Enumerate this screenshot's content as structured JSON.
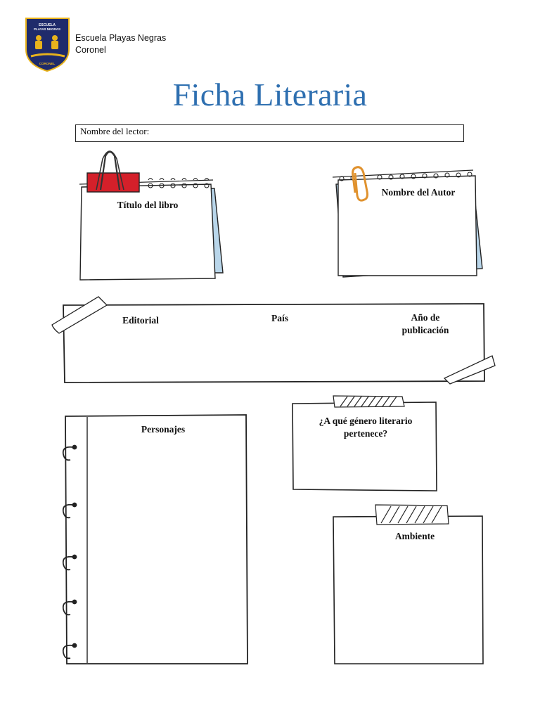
{
  "header": {
    "school_name": "Escuela Playas Negras",
    "city": "Coronel",
    "logo": {
      "icon": "school-crest-icon",
      "text_top": "ESCUELA PLAYAS NEGRAS",
      "text_bottom": "CORONEL",
      "colors": {
        "navy": "#1f2b6b",
        "gold": "#e8b31c"
      }
    }
  },
  "title": "Ficha Literaria",
  "reader_field": {
    "label": "Nombre del lector:"
  },
  "cards": {
    "book_title": "Título del libro",
    "author": "Nombre del Autor",
    "publisher": "Editorial",
    "country": "País",
    "year_line1": "Año de",
    "year_line2": "publicación",
    "characters": "Personajes",
    "genre_line1": "¿A qué género literario",
    "genre_line2": "pertenece?",
    "setting": "Ambiente"
  },
  "colors": {
    "title_blue": "#2e6fb0",
    "clip_red": "#d4202a",
    "paperclip_orange": "#e0922e",
    "note_blue": "#b9d6ea"
  }
}
